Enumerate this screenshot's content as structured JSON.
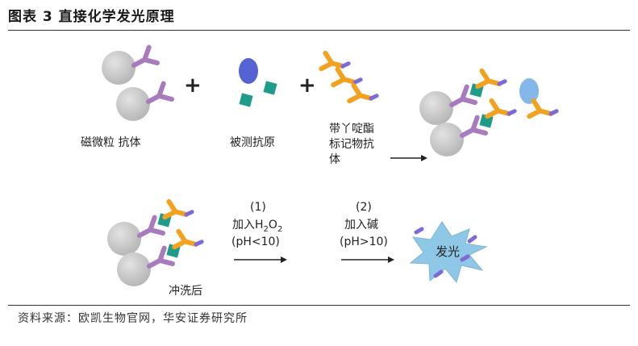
{
  "header": {
    "title": "图表 3    直接化学发光原理"
  },
  "labels": {
    "beads_antibody": "磁微粒   抗体",
    "analyte_antigen": "被测抗原",
    "acridinium_line1": "带丫啶酯",
    "acridinium_line2": "标记物抗",
    "acridinium_line3": "体",
    "step1_number": "(1)",
    "step1_text": "加入H",
    "step1_sub2a": "2",
    "step1_o": "O",
    "step1_sub2b": "2",
    "step1_ph": "(pH<10)",
    "step2_number": "(2)",
    "step2_text": "加入碱",
    "step2_ph": "(pH>10)",
    "wash_label": "冲洗后",
    "light_label": "发光",
    "plus1": "+",
    "plus2": "+"
  },
  "footer": {
    "source": "资料来源：欧凯生物官网，华安证券研究所"
  },
  "colors": {
    "bead": "#c6c6c6",
    "antibody_purple": "#a87bbf",
    "antigen_teal": "#1f9b8a",
    "antigen_blue": "#5763d4",
    "antigen_lightblue": "#86b7ea",
    "label_orange": "#f3a21f",
    "label_violet": "#7d6ad8",
    "burst": "#8fc8e6"
  }
}
